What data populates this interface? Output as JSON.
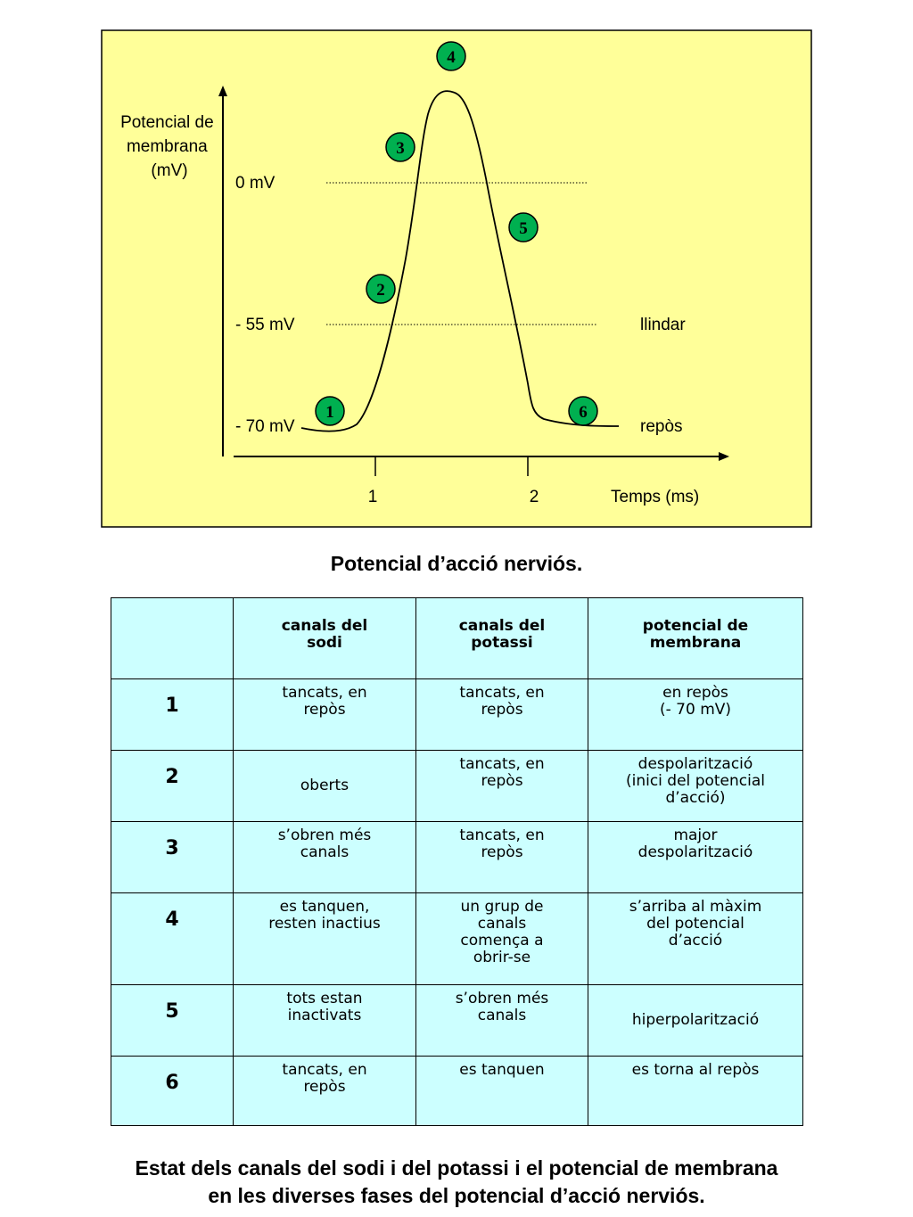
{
  "diagram": {
    "y_axis_label": [
      "Potencial de",
      "membrana",
      "(mV)"
    ],
    "levels": [
      {
        "label": "0 mV",
        "value": 0
      },
      {
        "label": "- 55 mV",
        "value": -55,
        "side_label": "llindar"
      },
      {
        "label": "- 70 mV",
        "value": -70,
        "side_label": "repòs"
      }
    ],
    "x_ticks": [
      "1",
      "2"
    ],
    "x_axis_label": "Temps (ms)",
    "phase_markers": [
      "1",
      "2",
      "3",
      "4",
      "5",
      "6"
    ],
    "colors": {
      "background": "#ffff99",
      "marker": "#00b050",
      "curve": "#000000"
    }
  },
  "caption_top": "Potencial d’acció nerviós.",
  "table": {
    "headers": [
      "",
      [
        "canals del",
        "sodi"
      ],
      [
        "canals del",
        "potassi"
      ],
      [
        "potencial de",
        "membrana"
      ]
    ],
    "rows": [
      {
        "phase": "1",
        "sodium": [
          "tancats, en",
          "repòs"
        ],
        "potassium": [
          "tancats, en",
          "repòs"
        ],
        "membrane": [
          "en repòs",
          "(- 70 mV)"
        ]
      },
      {
        "phase": "2",
        "sodium": [
          "oberts"
        ],
        "potassium": [
          "tancats, en",
          "repòs"
        ],
        "membrane": [
          "despolarització",
          "(inici del potencial",
          "d’acció)"
        ]
      },
      {
        "phase": "3",
        "sodium": [
          "s’obren més",
          "canals"
        ],
        "potassium": [
          "tancats, en",
          "repòs"
        ],
        "membrane": [
          "major",
          "despolarització"
        ]
      },
      {
        "phase": "4",
        "sodium": [
          "es tanquen,",
          "resten inactius"
        ],
        "potassium": [
          "un grup de",
          "canals",
          "comença a",
          "obrir-se"
        ],
        "membrane": [
          "s’arriba al màxim",
          "del potencial",
          "d’acció"
        ]
      },
      {
        "phase": "5",
        "sodium": [
          "tots estan",
          "inactivats"
        ],
        "potassium": [
          "s’obren més",
          "canals"
        ],
        "membrane": [
          "hiperpolarització"
        ]
      },
      {
        "phase": "6",
        "sodium": [
          "tancats, en",
          "repòs"
        ],
        "potassium": [
          "es tanquen"
        ],
        "membrane": [
          "es torna al repòs"
        ]
      }
    ]
  },
  "caption_bottom": [
    "Estat dels canals del sodi i del potassi i el potencial de membrana",
    "en les diverses fases del potencial d’acció nerviós."
  ]
}
